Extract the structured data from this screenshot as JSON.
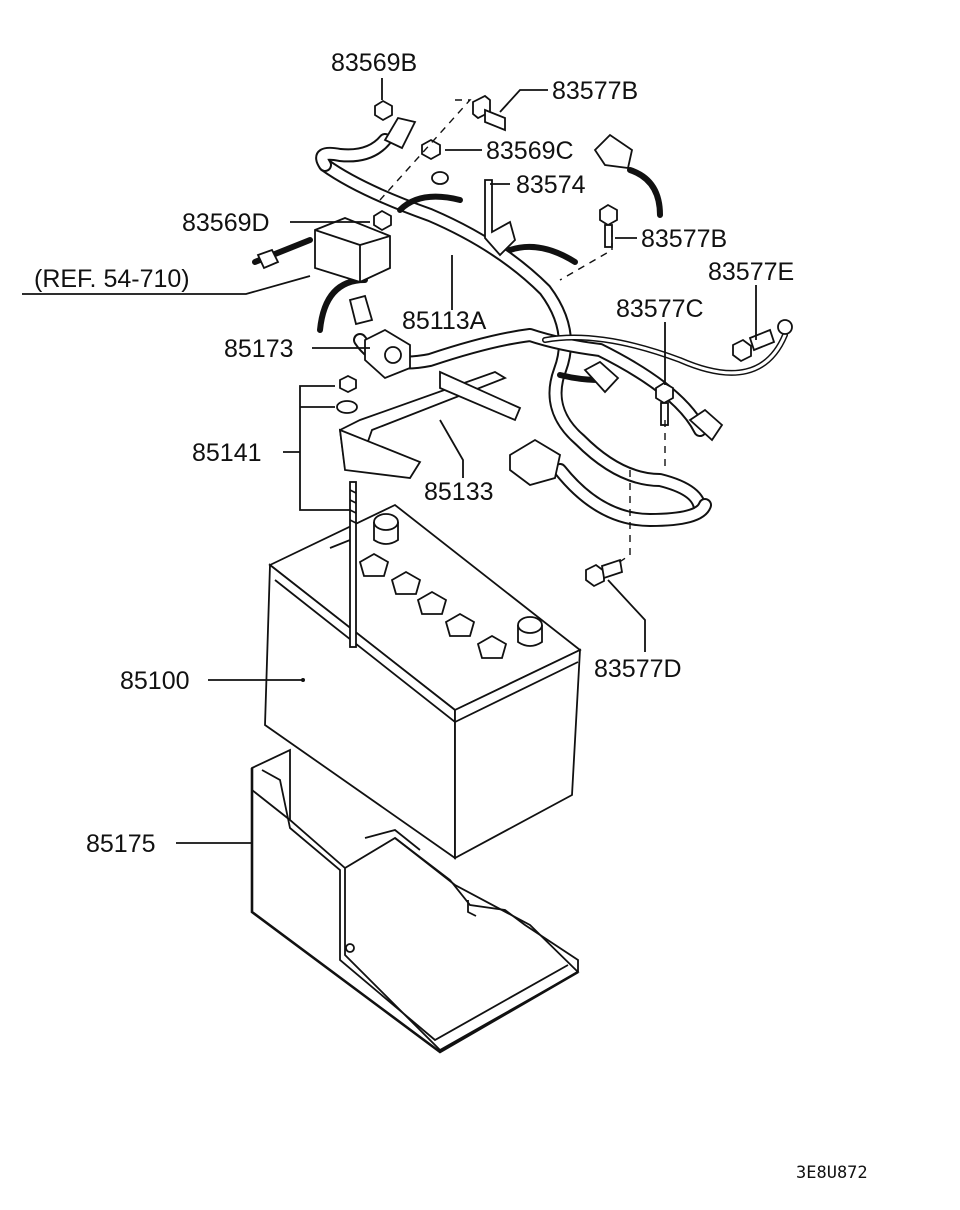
{
  "callouts": {
    "p83569B": "83569B",
    "p83577B_top": "83577B",
    "p83569C": "83569C",
    "p83574": "83574",
    "p83569D": "83569D",
    "p83577B_mid": "83577B",
    "p83577E": "83577E",
    "ref": "(REF. 54-710)",
    "p85113A": "85113A",
    "p83577C": "83577C",
    "p85173": "85173",
    "p85141": "85141",
    "p85133": "85133",
    "p85100": "85100",
    "p83577D": "83577D",
    "p85175": "85175"
  },
  "diagram_code": "3E8U872",
  "colors": {
    "ink": "#111111",
    "paper": "#ffffff"
  }
}
